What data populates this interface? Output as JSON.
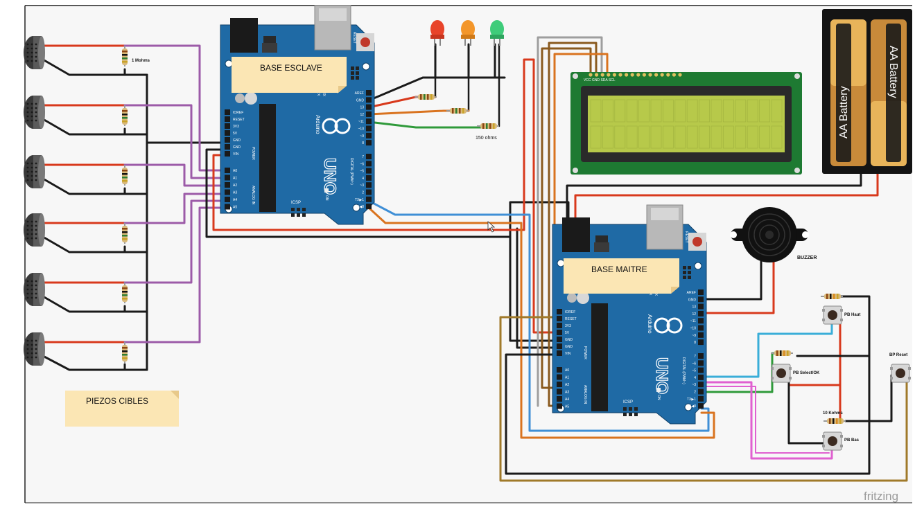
{
  "app": {
    "watermark": "fritzing"
  },
  "notes": {
    "esclave": "BASE ESCLAVE",
    "maitre": "BASE MAITRE",
    "piezos": "PIEZOS CIBLES"
  },
  "labels": {
    "resistor_1mohm": "1 Mohms",
    "resistor_150": "150 ohms",
    "resistor_10k": "10 Kohms",
    "buzzer": "BUZZER",
    "pb_haut": "PB Haut",
    "pb_select": "PB Select/OK",
    "pb_bas": "PB Bas",
    "bp_reset": "BP Reset",
    "battery1": "AA Battery",
    "battery2": "AA Battery",
    "lcd_pins": "VCC GND SDA SCL"
  },
  "arduino": {
    "brand": "Arduino",
    "model": "UNO",
    "reset": "RESET",
    "icsp": "ICSP",
    "on": "ON",
    "power_label": "POWER",
    "analog_label": "ANALOG IN",
    "digital_label": "DIGITAL (PWM~)",
    "tx": "TX",
    "rx": "RX",
    "l": "L",
    "power_pins": [
      "IOREF",
      "RESET",
      "3V3",
      "5V",
      "GND",
      "GND",
      "VIN"
    ],
    "analog_pins": [
      "A0",
      "A1",
      "A2",
      "A3",
      "A4",
      "A5"
    ],
    "digital_top": [
      "AREF",
      "GND",
      "13",
      "12",
      "~11",
      "~10",
      "~9",
      "8"
    ],
    "digital_bottom": [
      "7",
      "~6",
      "~5",
      "4",
      "~3",
      "2",
      "TX▶1",
      "RX◀0"
    ]
  },
  "colors": {
    "board": "#1f6aa5",
    "wire_red": "#d8391c",
    "wire_black": "#1a1a1a",
    "wire_purple": "#9c5ba8",
    "wire_blue": "#3f8fd6",
    "wire_orange": "#d9731f",
    "wire_green": "#2f9a3a",
    "wire_brown": "#8a5a1e",
    "wire_cyan": "#3aaed8",
    "wire_pink": "#e060d0",
    "wire_gold": "#a07a2a",
    "lcd_pcb": "#1e7a32",
    "lcd_screen": "#b7c94a",
    "note": "#fbe6b4"
  }
}
